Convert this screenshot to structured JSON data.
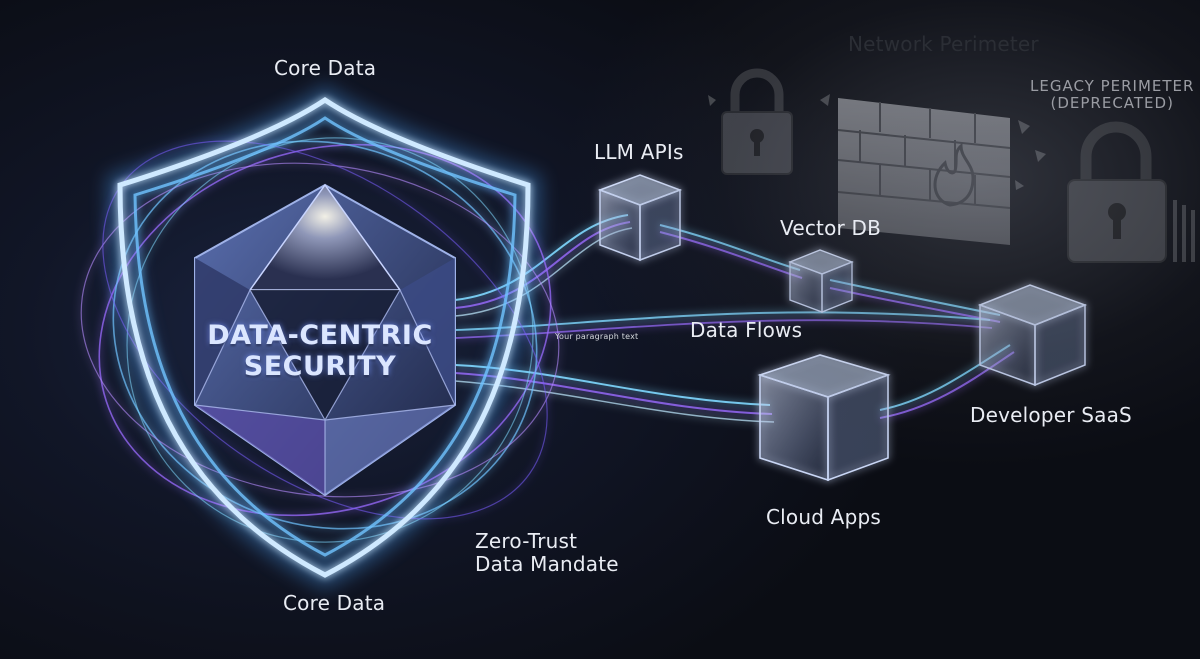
{
  "center": {
    "title_line1": "DATA-CENTRIC",
    "title_line2": "SECURITY"
  },
  "labels": {
    "core_data_top": "Core Data",
    "core_data_bottom": "Core Data",
    "network_perimeter": "Network Perimeter",
    "legacy_line1": "LEGACY PERIMETER",
    "legacy_line2": "(DEPRECATED)",
    "llm_apis": "LLM APIs",
    "vector_db": "Vector DB",
    "data_flows": "Data Flows",
    "placeholder_text": "Your paragraph text",
    "developer_saas": "Developer SaaS",
    "cloud_apps": "Cloud Apps",
    "zero_trust_line1": "Zero-Trust",
    "zero_trust_line2": "Data Mandate"
  },
  "colors": {
    "shield_glow": "#6fc3ff",
    "flow_purple": "#9a6bff",
    "flow_cyan": "#7fd8ff",
    "perimeter_gray": "#6b6d74"
  }
}
